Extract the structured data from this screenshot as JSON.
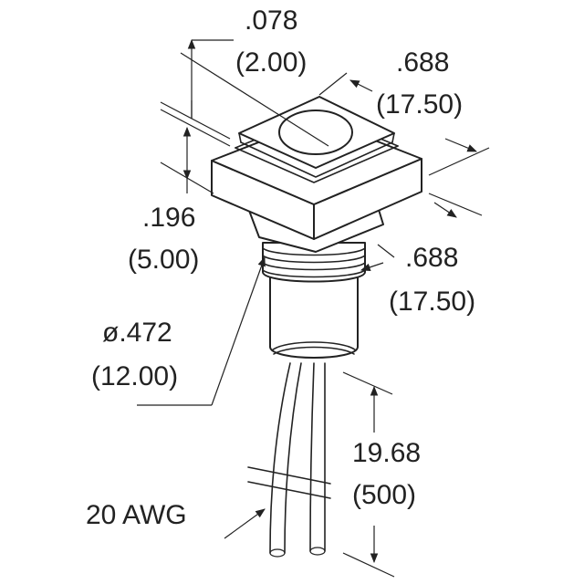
{
  "dimensions": {
    "button_height": {
      "inch": ".078",
      "mm": "(2.00)"
    },
    "width_top": {
      "inch": ".688",
      "mm": "(17.50)"
    },
    "bezel_height": {
      "inch": ".196",
      "mm": "(5.00)"
    },
    "width_side": {
      "inch": ".688",
      "mm": "(17.50)"
    },
    "diameter": {
      "inch": "ø.472",
      "mm": "(12.00)"
    },
    "lead_length": {
      "inch": "19.68",
      "mm": "(500)"
    },
    "wire_gauge": "20 AWG"
  },
  "colors": {
    "line": "#222222",
    "background": "#ffffff"
  }
}
